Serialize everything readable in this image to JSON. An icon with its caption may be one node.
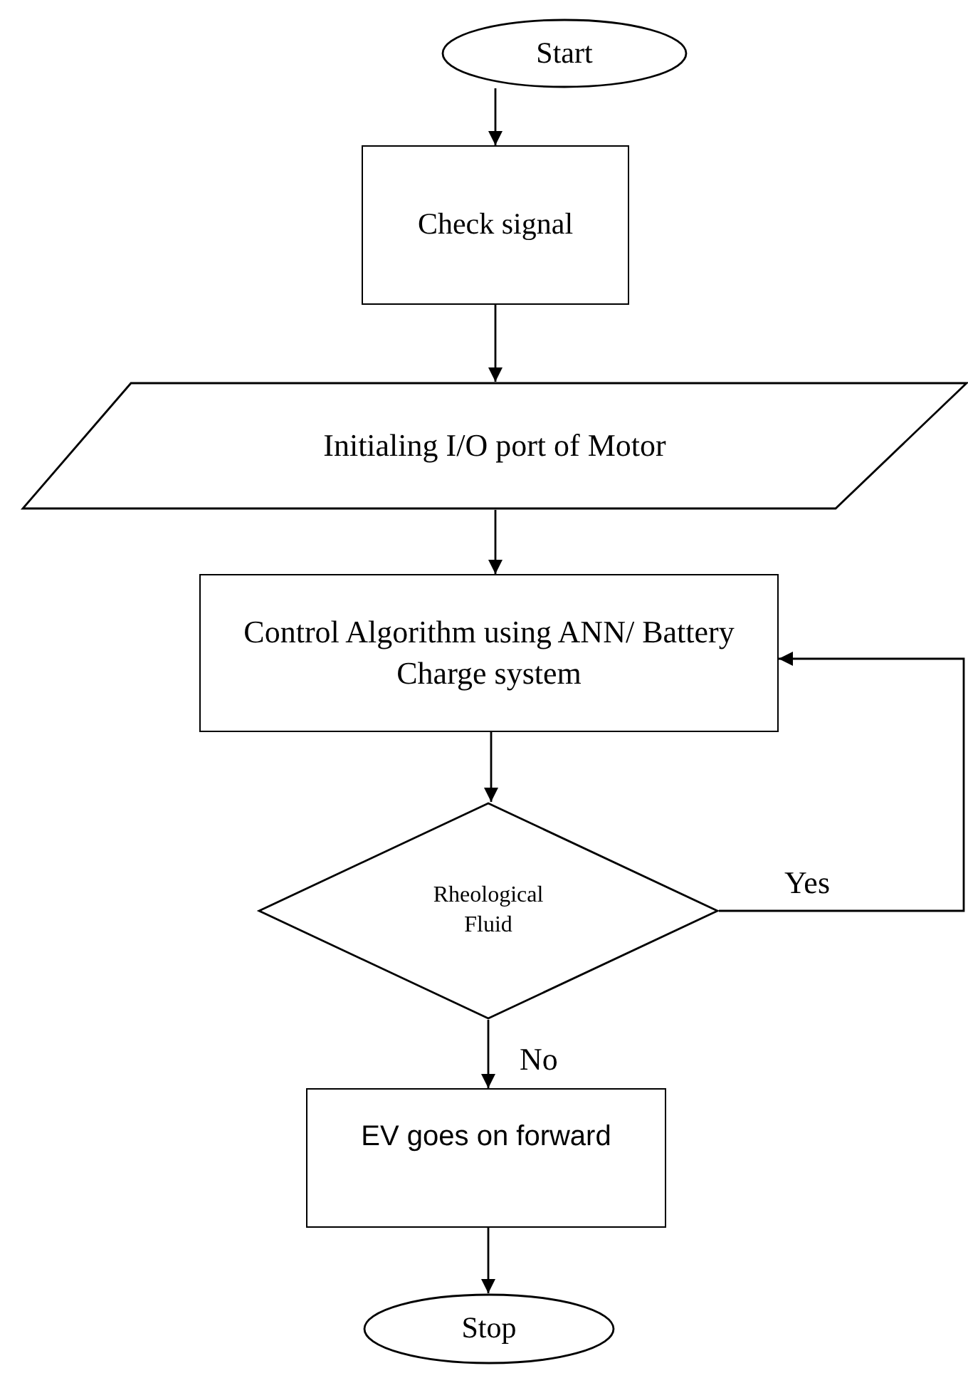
{
  "diagram": {
    "nodes": [
      {
        "text": [
          "Start"
        ]
      },
      {
        "text": [
          "Check signal"
        ]
      },
      {
        "text": [
          "Initialing I/O port of Motor"
        ]
      },
      {
        "text": [
          "Control Algorithm using ANN/ Battery Charge system"
        ]
      },
      {
        "text": [
          "Rheological Fluid"
        ]
      },
      {
        "text": [
          "EV goes on forward"
        ]
      },
      {
        "text": [
          "Stop"
        ]
      }
    ],
    "edges": [
      {
        "from": 0,
        "to": 1,
        "arrow": "to"
      },
      {
        "from": 1,
        "to": 2,
        "arrow": "to"
      },
      {
        "from": 2,
        "to": 3,
        "arrow": "to"
      },
      {
        "from": 3,
        "to": 4,
        "arrow": "to"
      },
      {
        "from": 4,
        "to": 3,
        "arrow": "to",
        "label": "Yes"
      },
      {
        "from": 4,
        "to": 5,
        "arrow": "to",
        "label": "No"
      },
      {
        "from": 5,
        "to": 6,
        "arrow": "to"
      }
    ]
  }
}
